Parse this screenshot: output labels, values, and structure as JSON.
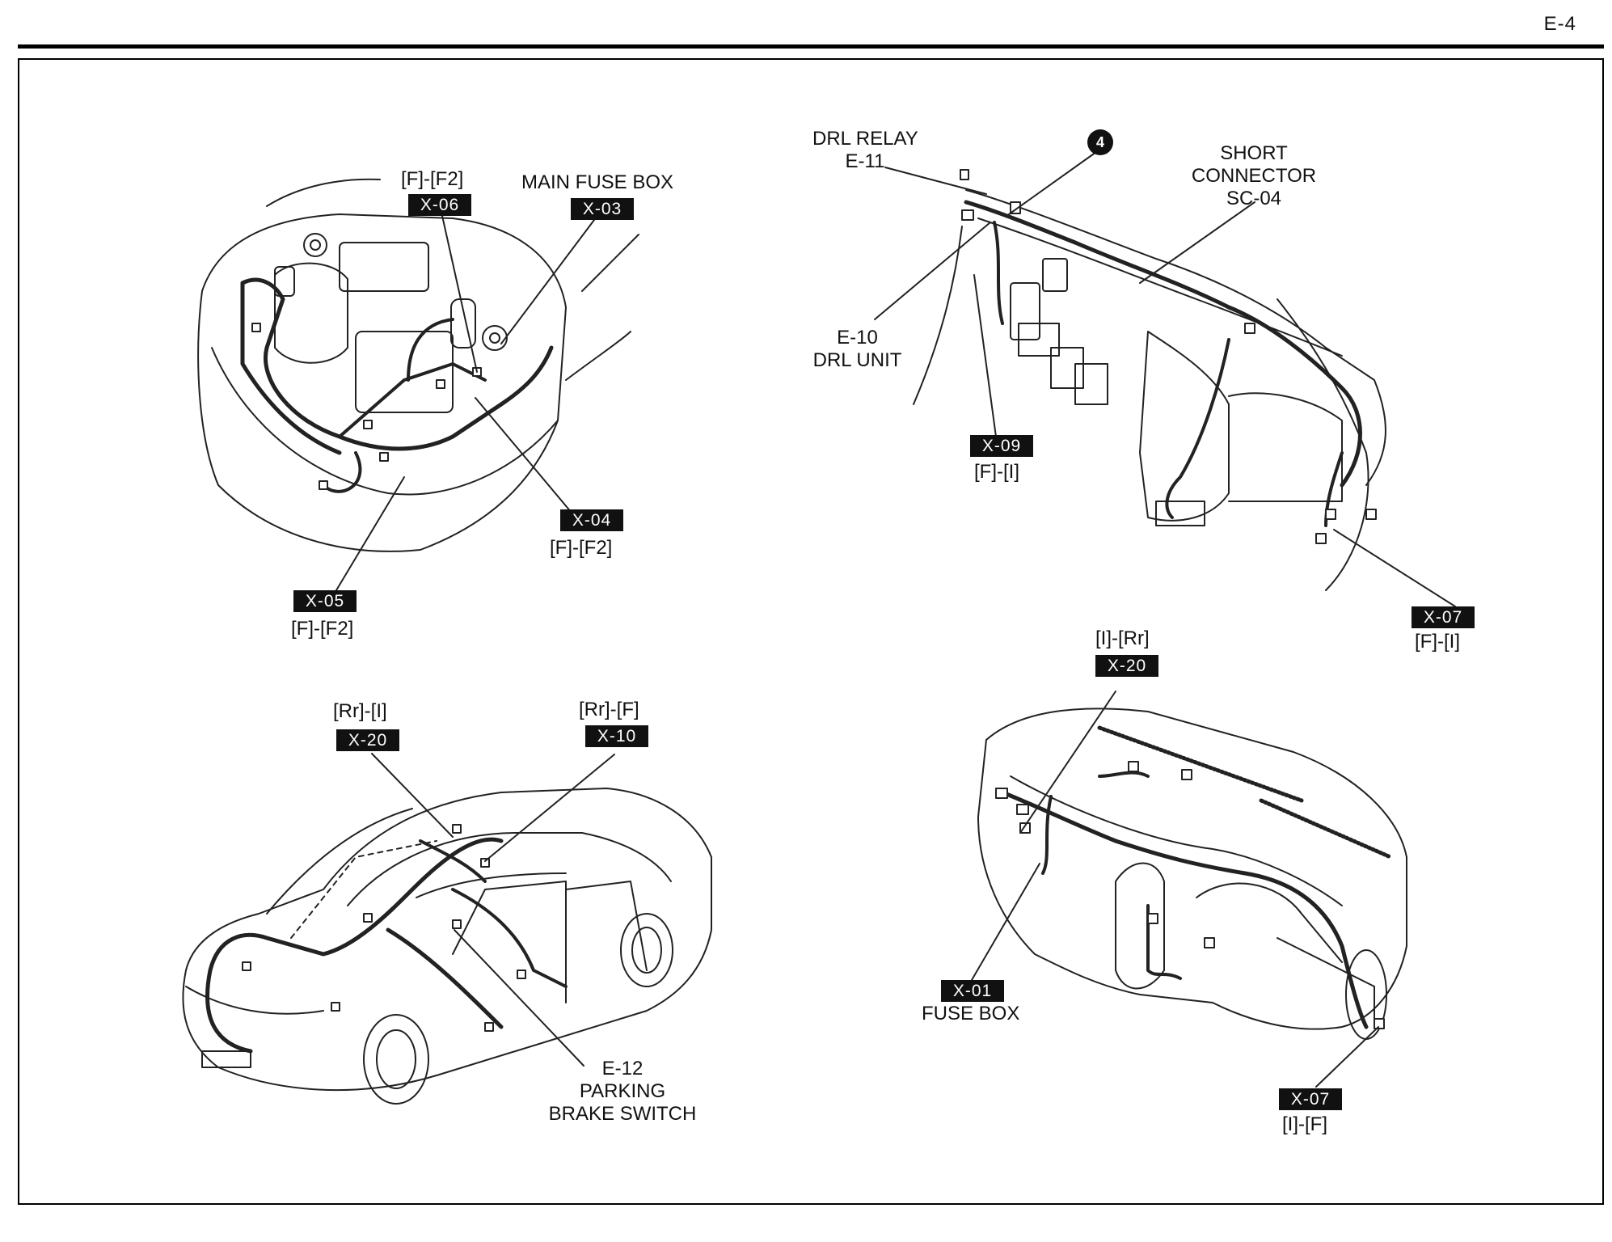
{
  "page": {
    "number": "E-4"
  },
  "engine_bay": {
    "x06": {
      "label": "[F]-[F2]",
      "code": "X-06"
    },
    "x03": {
      "label": "MAIN FUSE BOX",
      "code": "X-03"
    },
    "x04": {
      "code": "X-04",
      "label": "[F]-[F2]"
    },
    "x05": {
      "code": "X-05",
      "label": "[F]-[F2]"
    }
  },
  "dash_front": {
    "e11": {
      "line1": "DRL RELAY",
      "line2": "E-11"
    },
    "marker": "4",
    "sc04": {
      "line1": "SHORT",
      "line2": "CONNECTOR",
      "line3": "SC-04"
    },
    "e10": {
      "line1": "E-10",
      "line2": "DRL UNIT"
    },
    "x09": {
      "code": "X-09",
      "label": "[F]-[I]"
    },
    "x07": {
      "code": "X-07",
      "label": "[F]-[I]"
    }
  },
  "body_car": {
    "x20": {
      "label": "[Rr]-[I]",
      "code": "X-20"
    },
    "x10": {
      "label": "[Rr]-[F]",
      "code": "X-10"
    },
    "e12": {
      "line1": "E-12",
      "line2": "PARKING",
      "line3": "BRAKE SWITCH"
    }
  },
  "dash_rear": {
    "x20": {
      "label": "[I]-[Rr]",
      "code": "X-20"
    },
    "x01": {
      "code": "X-01",
      "label": "FUSE BOX"
    },
    "x07": {
      "code": "X-07",
      "label": "[I]-[F]"
    }
  }
}
